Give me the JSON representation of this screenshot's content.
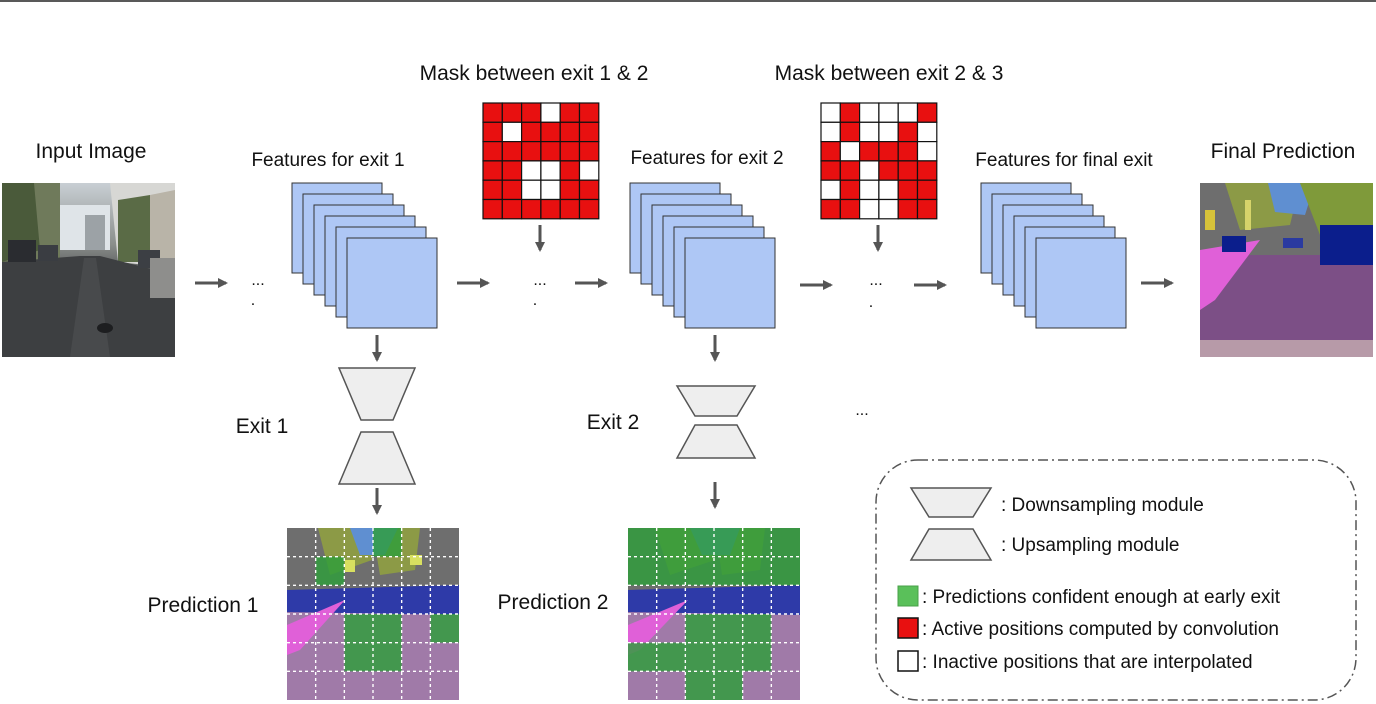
{
  "labels": {
    "input_image": "Input Image",
    "features_exit1": "Features for exit 1",
    "mask_1_2": "Mask between exit 1 & 2",
    "features_exit2": "Features for exit 2",
    "mask_2_3": "Mask between exit 2 & 3",
    "features_final": "Features for final exit",
    "final_prediction": "Final Prediction",
    "exit1": "Exit 1",
    "exit2": "Exit 2",
    "prediction1": "Prediction 1",
    "prediction2": "Prediction 2",
    "ellipsis": "..."
  },
  "legend": {
    "downsampling": ": Downsampling module",
    "upsampling": ": Upsampling module",
    "confident": ": Predictions confident enough at early exit",
    "active": ": Active positions computed by convolution",
    "inactive": ": Inactive positions that are interpolated"
  },
  "masks": {
    "mask_1_2": [
      [
        1,
        1,
        1,
        0,
        1,
        1
      ],
      [
        1,
        0,
        1,
        1,
        1,
        1
      ],
      [
        1,
        1,
        1,
        1,
        1,
        1
      ],
      [
        1,
        1,
        0,
        0,
        1,
        0
      ],
      [
        1,
        1,
        0,
        0,
        1,
        1
      ],
      [
        1,
        1,
        1,
        1,
        1,
        1
      ]
    ],
    "mask_2_3": [
      [
        0,
        1,
        0,
        0,
        0,
        1
      ],
      [
        0,
        1,
        0,
        0,
        1,
        0
      ],
      [
        1,
        0,
        1,
        1,
        1,
        0
      ],
      [
        1,
        1,
        0,
        1,
        1,
        1
      ],
      [
        0,
        1,
        0,
        0,
        1,
        1
      ],
      [
        1,
        1,
        0,
        0,
        1,
        1
      ]
    ]
  },
  "confident_cells": {
    "prediction1": [
      [
        0,
        3
      ],
      [
        1,
        1
      ],
      [
        3,
        2
      ],
      [
        3,
        3
      ],
      [
        3,
        5
      ],
      [
        4,
        2
      ],
      [
        4,
        3
      ]
    ],
    "prediction2": [
      [
        0,
        0
      ],
      [
        0,
        1
      ],
      [
        0,
        2
      ],
      [
        0,
        3
      ],
      [
        0,
        4
      ],
      [
        0,
        5
      ],
      [
        1,
        0
      ],
      [
        1,
        1
      ],
      [
        1,
        2
      ],
      [
        1,
        3
      ],
      [
        1,
        4
      ],
      [
        1,
        5
      ],
      [
        3,
        2
      ],
      [
        3,
        3
      ],
      [
        3,
        4
      ],
      [
        4,
        0
      ],
      [
        4,
        1
      ],
      [
        4,
        2
      ],
      [
        4,
        3
      ],
      [
        4,
        4
      ],
      [
        5,
        2
      ],
      [
        5,
        3
      ]
    ]
  },
  "colors": {
    "active": "#e81010",
    "inactive": "#ffffff",
    "feature_fill": "#aec7f5",
    "confident": "#2e9e3a",
    "module_fill": "#eeeeee",
    "arrow": "#555555",
    "road": "#7c4f86",
    "building": "#6e6e6e",
    "vegetation": "#8c9a46",
    "sky": "#5f8fd1",
    "car": "#0b1e8c",
    "sidewalk": "#e060d8"
  }
}
